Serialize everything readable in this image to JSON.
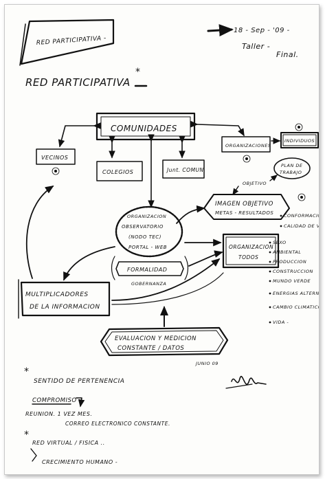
{
  "header": {
    "banner": "RED PARTICIPATIVA -",
    "date": "18 - Sep - '09 -",
    "taller_line1": "Taller -",
    "taller_line2": "Final."
  },
  "title": "RED PARTICIPATIVA",
  "nodes": {
    "comunidades": "COMUNIDADES",
    "vecinos": "VECINOS",
    "colegios": "COLEGIOS",
    "juntas": "Junt. COMUN",
    "organizaciones": "ORGANIZACIONES",
    "individuos": "INDIVIDUOS",
    "plan_trabajo_1": "PLAN DE",
    "plan_trabajo_2": "TRABAJO",
    "objetivo": "OBJETIVO",
    "imagen_1": "IMAGEN OBJETIVO",
    "imagen_2": "METAS - RESULTADOS",
    "org_center_1": "ORGANIZACION",
    "org_center_2": "OBSERVATORIO",
    "org_center_3": "(NODO TEC)",
    "org_center_4": "PORTAL - WEB",
    "formalidad": "FORMALIDAD",
    "gobernanza": "GOBERNANZA",
    "organizacion_todos_1": "ORGANIZACION",
    "organizacion_todos_2": "TODOS",
    "multiplicadores_1": "MULTIPLICADORES",
    "multiplicadores_2": "DE LA INFORMACION",
    "evaluacion_1": "EVALUACION Y MEDICION",
    "evaluacion_2": "CONSTANTE / DATOS",
    "evaluacion_date": "JUNIO 09"
  },
  "bullets": [
    "CONFORMACION",
    "CALIDAD DE VIDA",
    "SEXO",
    "AMBIENTAL",
    "PRODUCCION",
    "CONSTRUCCION",
    "MUNDO VERDE",
    "ENERGIAS ALTERNATIVAS",
    "CAMBIO CLIMATICO",
    "VIDA -"
  ],
  "notes": {
    "sentido": "SENTIDO DE PERTENENCIA",
    "compromiso": "COMPROMISO",
    "reunion": "REUNION.   1 VEZ  MES.",
    "correo": "CORREO  ELECTRONICO  CONSTANTE.",
    "red": "RED  VIRTUAL / FISICA ..",
    "crecimiento": "CRECIMIENTO HUMANO -"
  },
  "colors": {
    "ink": "#111111",
    "paper": "#fdfdfb",
    "border": "#c9c9c9"
  }
}
